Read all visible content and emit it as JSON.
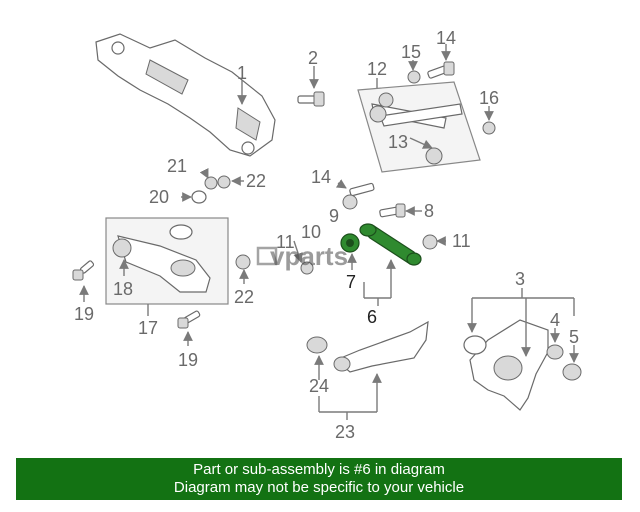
{
  "callouts": {
    "c1": "1",
    "c2": "2",
    "c3": "3",
    "c4": "4",
    "c5": "5",
    "c6": "6",
    "c7": "7",
    "c8": "8",
    "c9": "9",
    "c10": "10",
    "c11a": "11",
    "c11b": "11",
    "c12": "12",
    "c13": "13",
    "c14a": "14",
    "c14b": "14",
    "c15": "15",
    "c16": "16",
    "c17": "17",
    "c18": "18",
    "c19a": "19",
    "c19b": "19",
    "c20": "20",
    "c21": "21",
    "c22a": "22",
    "c22b": "22",
    "c23": "23",
    "c24": "24"
  },
  "watermark": "vparts",
  "highlighted_part": "6",
  "colors": {
    "highlight": "#2f8a2f",
    "banner": "#137213"
  },
  "banner": {
    "line1": "Part or sub-assembly is #6 in diagram",
    "line2": "Diagram may not be specific to your vehicle"
  }
}
